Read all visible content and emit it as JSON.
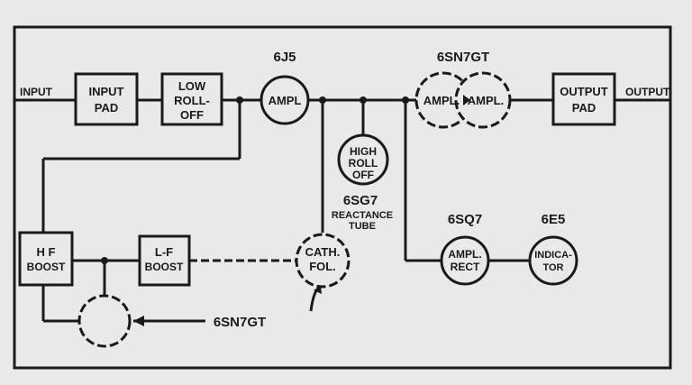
{
  "labels": {
    "input": "INPUT",
    "output": "OUTPUT",
    "input_pad": [
      "INPUT",
      "PAD"
    ],
    "low_roll_off": [
      "LOW",
      "ROLL-",
      "OFF"
    ],
    "ampl_1": "AMPL",
    "tube_6j5": "6J5",
    "tube_6sn7gt_top": "6SN7GT",
    "ampl_2a": "AMPL.",
    "ampl_2b": "AMPL.",
    "output_pad": [
      "OUTPUT",
      "PAD"
    ],
    "high_roll_off": [
      "HIGH",
      "ROLL",
      "OFF"
    ],
    "tube_6sg7": "6SG7",
    "reactance_tube": [
      "REACTANCE",
      "TUBE"
    ],
    "tube_6sq7": "6SQ7",
    "tube_6e5": "6E5",
    "ampl_rect": [
      "AMPL.",
      "RECT"
    ],
    "indicator": [
      "INDICA-",
      "TOR"
    ],
    "hf_boost": [
      "H F",
      "BOOST"
    ],
    "lf_boost": [
      "L-F",
      "BOOST"
    ],
    "cath_fol": [
      "CATH.",
      "FOL."
    ],
    "tube_6sn7gt_bottom": "6SN7GT"
  },
  "colors": {
    "ink": "#1a1a1a",
    "paper": "#e9e9e9"
  }
}
